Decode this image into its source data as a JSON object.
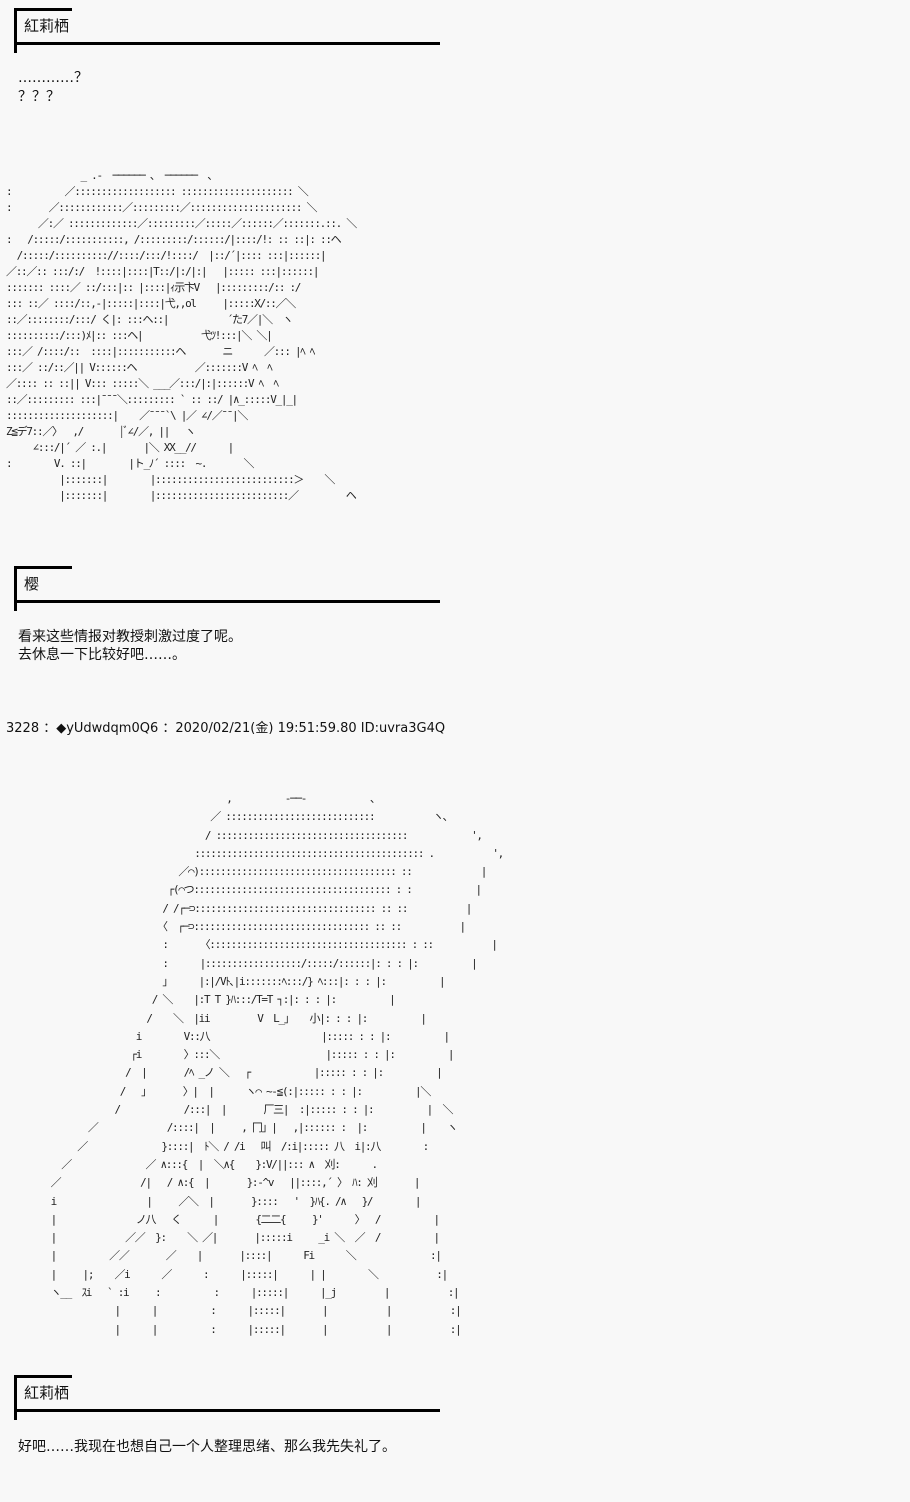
{
  "blocks": [
    {
      "speaker": "紅莉栖",
      "lines": [
        "…………？",
        "？？？"
      ]
    },
    {
      "speaker": "樱",
      "lines": [
        "看来这些情报对教授刺激过度了呢。",
        "去休息一下比较好吧……。"
      ]
    },
    {
      "speaker": "紅莉栖",
      "lines": [
        "好吧……我现在也想自己一个人整理思绪、那么我先失礼了。"
      ]
    }
  ],
  "post_header": {
    "number": "3228",
    "separator": "：",
    "trip": "◆yUdwdqm0Q6",
    "date": "2020/02/21(金) 19:51:59.80",
    "id": "ID:uvra3G4Q",
    "full": "3228 ：◆yUdwdqm0Q6 ：2020/02/21(金) 19:51:59.80 ID:uvra3G4Q"
  },
  "ascii_art": {
    "art1": "              _ .-  ────── 、 ──────  、\n:          ／::::::::::::::::::: ::::::::::::::::::::: ＼\n:       ／::::::::::::／:::::::::／::::::::::::::::::::: ＼\n      ／:／ :::::::::::::／:::::::::／:::::／::::::／:::::::.::. ＼\n:   /:::::/:::::::::::, /:::::::::/::::::/|::::/!: :: ::|: ::ヘ\n  /:::::/:::::::::://::::/:::/!::::/  |::/´|:::: :::|::::::|\n／::／:: :::/:/  !::::|::::|T::/|:/|:|   |::::: :::|::::::|\n::::::: ::::／ ::/:::|:: |::::|ｨ示卞V   |:::::::::/:: :/\n::: ::／ ::::/::,-|:::::|::::|弋,,ol     |:::::X/::／＼\n::／::::::::/:::/ く|: :::ヘ::|           ´た7／|＼  ヽ\n::::::::::/:::)ﾒ|:: :::ヘ|           弋ﾂ!:::|＼ ＼|\n:::／ /::::/::  ::::|:::::::::::ヘ       ニ      ／::: |ﾍ ﾍ\n:::／ ::/::／|| V::::::ヘ           ／:::::::V ﾍ  ﾍ\n／:::: :: ::|| V::: :::::＼ ___／:::/|:|::::::V ﾍ  ﾍ\n::／::::::::: :::|¯¯¯＼::::::::: ` :: ::/ |∧_:::::V_|_|\n::::::::::::::::::::|    ／¯¯¯`\\ |／ ∠/／¯¯|＼\nZ≦デ7::／〉  ,/       |ﾞ∠/／, ||   ヽ\n     ∠:::/|´ ／ :.|       |＼ XX__//      |\n:        V. ::|        |ト_ﾉ´ ::::  ~.       ＼\n          |:::::::|        |::::::::::::::::::::::::::＞    ＼\n          |:::::::|        |:::::::::::::::::::::::::／         ヘ",
    "art2": "                                         ,          -──-            、\n                                      ／ ::::::::::::::::::::::::::::           ヽ、\n                                     / ::::::::::::::::::::::::::::::::::::            ',\n                                   ::::::::::::::::::::::::::::::::::::::::::: .           ',\n                                ／⌒)::::::::::::::::::::::::::::::::::::: ::             |\n                              ┌(⌒つ::::::::::::::::::::::::::::::::::::: : :            |\n                             / /┌─⊃:::::::::::::::::::::::::::::::::: :: ::           |\n                            〈  ┌─⊃::::::::::::::::::::::::::::::::: :: ::           |\n                             :      〈::::::::::::::::::::::::::::::::::::: : ::           |\n                             :      |::::::::::::::::::/:::::/::::::|: : : |:          |\n                             」     |:|/Vﾄ､|i:::::::ﾍ:::/} ﾍ:::|: : : |:          |\n                           / ＼    |:T T }ﾊ:::/T=T ┐:|: : : |:          |\n                          /    ＼  |ii         V  L_」   小|: : : |:          |\n                        i        V::八                     |::::: : : |:          |\n                       ┌i        〉:::＼                    |::::: : : |:          |\n                      /  |       /ﾍ _ノ ＼   ┌            |::::: : : |:          |\n                     /   」      〉|  |      ヽ⌒ ~-≦(:|::::: : : |:          |＼\n                    /            /:::|  |       厂三|  :|::::: : : |:          |  ＼\n               ／             /::::|  |     , 冂」|   ,|:::::: :  |:          |    ヽ\n             ／              }::::|  ﾄ＼ / /i   叫  /:i|::::: 八  i|:八        :\n          ／              ／ ∧:::{  |  ＼∧{    }:V/||::: ∧  刈:      .\n        ／               /|   / ∧:{  |       }:-^v   ||::::,´ 〉 ﾊ: 刈       |\n        i                 |     ／＼  |       }::::   '  }ﾊ{. /∧   }/        |\n        |               ノ八   く      |       {二二{     }'      〉  /          |\n        |             ／／  }:    ＼ ／|       |:::::i     _i ＼  ／  /          |\n        |          ／／       ／    |       |::::|      Fi      ＼              :|\n        |     |;    ／i      ／      :      |:::::|      | |        ＼           :|\n        ヽ__  ｽi   ` :i     :          :      |:::::|      |_j         |           :|\n                    |      |          :      |:::::|       |           |           :|\n                    |      |          :      |:::::|       |           |           :|"
  },
  "colors": {
    "background": "#f8f8f8",
    "text": "#111111",
    "rule": "#000000"
  }
}
